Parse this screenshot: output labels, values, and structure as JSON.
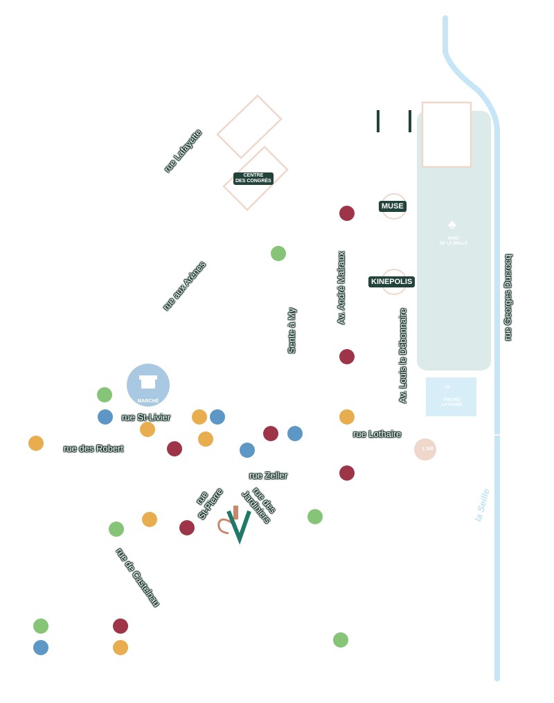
{
  "streets": {
    "lafayette": "rue Lafayette",
    "arenes": "rue aux Arènes",
    "malraux": "Av. André Malraux",
    "sente": "Sente à My",
    "debonnaire": "Av. Louis le Débonnaire",
    "ducrocq": "rue Georges Ducrocq",
    "st_livier": "rue St-Livier",
    "robert": "rue des Robert",
    "lothaire": "rue Lothaire",
    "zeller": "rue Zeller",
    "st_pierre_1": "rue",
    "st_pierre_2": "St-Pierre",
    "jardiniers_1": "rue des",
    "jardiniers_2": "Jardiniers",
    "castelnau": "rue de Castelnau"
  },
  "river": "la Seille",
  "places": {
    "congres_1": "CENTRE",
    "congres_2": "DES CONGRÈS",
    "muse": "MUSE",
    "kinepolis": "KINEPOLIS",
    "parc_1": "PARC",
    "parc_2": "DE LA SEILLE",
    "piscine_1": "PISCINE",
    "piscine_2": "LOTHAIRE",
    "marche": "MARCHÉ",
    "cut_1": "L'AR"
  },
  "colors": {
    "red": "#9e3447",
    "green": "#86c477",
    "blue": "#5d97c5",
    "orange": "#e7ad4f",
    "river": "#c6e6f7",
    "park": "#dcebea",
    "building": "#efd7cb",
    "label_bg": "#1f3b33"
  },
  "icons": [
    "park-tree-icon",
    "swimming-icon",
    "market-icon",
    "logo-icon"
  ]
}
